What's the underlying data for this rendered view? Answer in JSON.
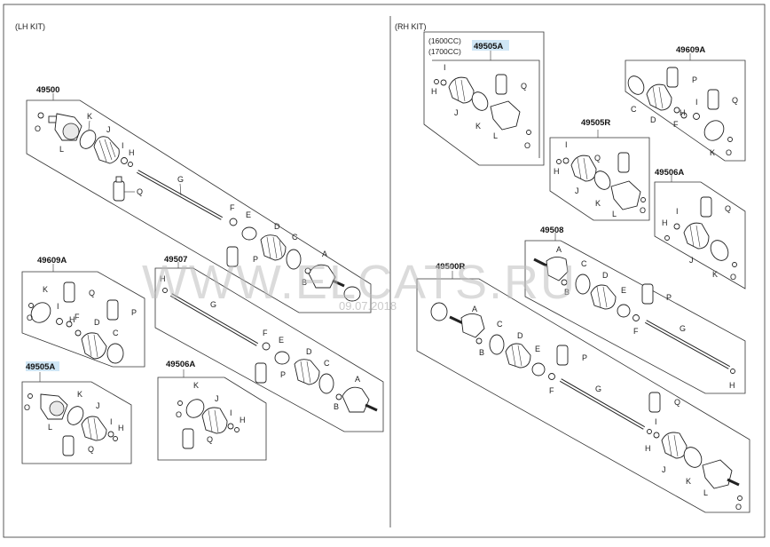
{
  "kits": {
    "lh": "(LH KIT)",
    "rh": "(RH KIT)"
  },
  "part_numbers": {
    "lh_shaft": "49500",
    "lh_wheel_boot": "49609A",
    "lh_shaft2": "49507",
    "lh_outer_kit": "49505A",
    "lh_inner_kit": "49506A",
    "rh_engine_kit": "49505A",
    "rh_wheel_boot": "49609A",
    "rh_outer_kit": "49505R",
    "rh_inner_kit": "49506A",
    "rh_shaft2": "49508",
    "rh_shaft": "49500R"
  },
  "engine_variants": [
    "(1600CC)",
    "(1700CC)"
  ],
  "watermark": {
    "text": "WWW.ELCATS.RU",
    "date": "09.07.2018"
  },
  "letters": [
    "A",
    "B",
    "C",
    "D",
    "E",
    "F",
    "G",
    "H",
    "I",
    "J",
    "K",
    "L",
    "O",
    "P",
    "Q"
  ]
}
